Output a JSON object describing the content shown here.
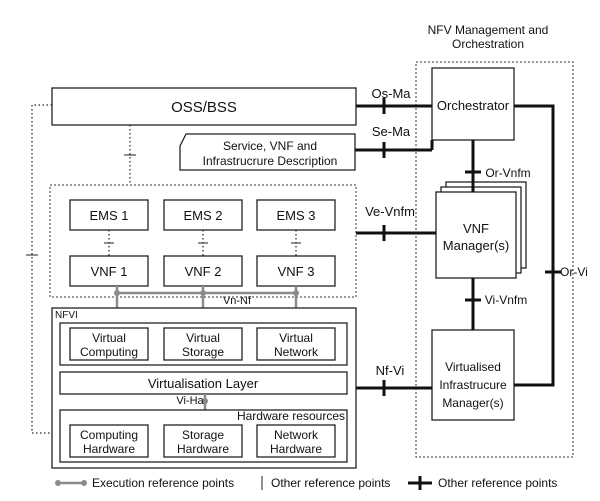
{
  "nfv_mano": {
    "title_line1": "NFV Management and",
    "title_line2": "Orchestration",
    "orchestrator": "Orchestrator",
    "vnf_manager_line1": "VNF",
    "vnf_manager_line2": "Manager(s)",
    "vim_line1": "Virtualised",
    "vim_line2": "Infrastrucure",
    "vim_line3": "Manager(s)"
  },
  "oss_bss": "OSS/BSS",
  "service_desc_line1": "Service, VNF and",
  "service_desc_line2": "Infrastrucrure Description",
  "ems": [
    "EMS 1",
    "EMS 2",
    "EMS 3"
  ],
  "vnf": [
    "VNF 1",
    "VNF 2",
    "VNF 3"
  ],
  "nfvi": {
    "label": "NFVI",
    "virtual_computing_line1": "Virtual",
    "virtual_computing_line2": "Computing",
    "virtual_storage_line1": "Virtual",
    "virtual_storage_line2": "Storage",
    "virtual_network_line1": "Virtual",
    "virtual_network_line2": "Network",
    "virtualisation_layer": "Virtualisation Layer",
    "hardware_resources": "Hardware resources",
    "computing_hw_line1": "Computing",
    "computing_hw_line2": "Hardware",
    "storage_hw_line1": "Storage",
    "storage_hw_line2": "Hardware",
    "network_hw_line1": "Network",
    "network_hw_line2": "Hardware"
  },
  "ref_points": {
    "os_ma": "Os-Ma",
    "se_ma": "Se-Ma",
    "ve_vnfm": "Ve-Vnfm",
    "or_vnfm": "Or-Vnfm",
    "vi_vnfm": "Vi-Vnfm",
    "or_vi": "Or-Vi",
    "nf_vi": "Nf-Vi",
    "vn_nf": "Vn-Nf",
    "vi_ha": "Vi-Ha"
  },
  "legend": {
    "execution": "Execution reference points",
    "other1": "Other reference points",
    "other2": "Other reference points"
  }
}
